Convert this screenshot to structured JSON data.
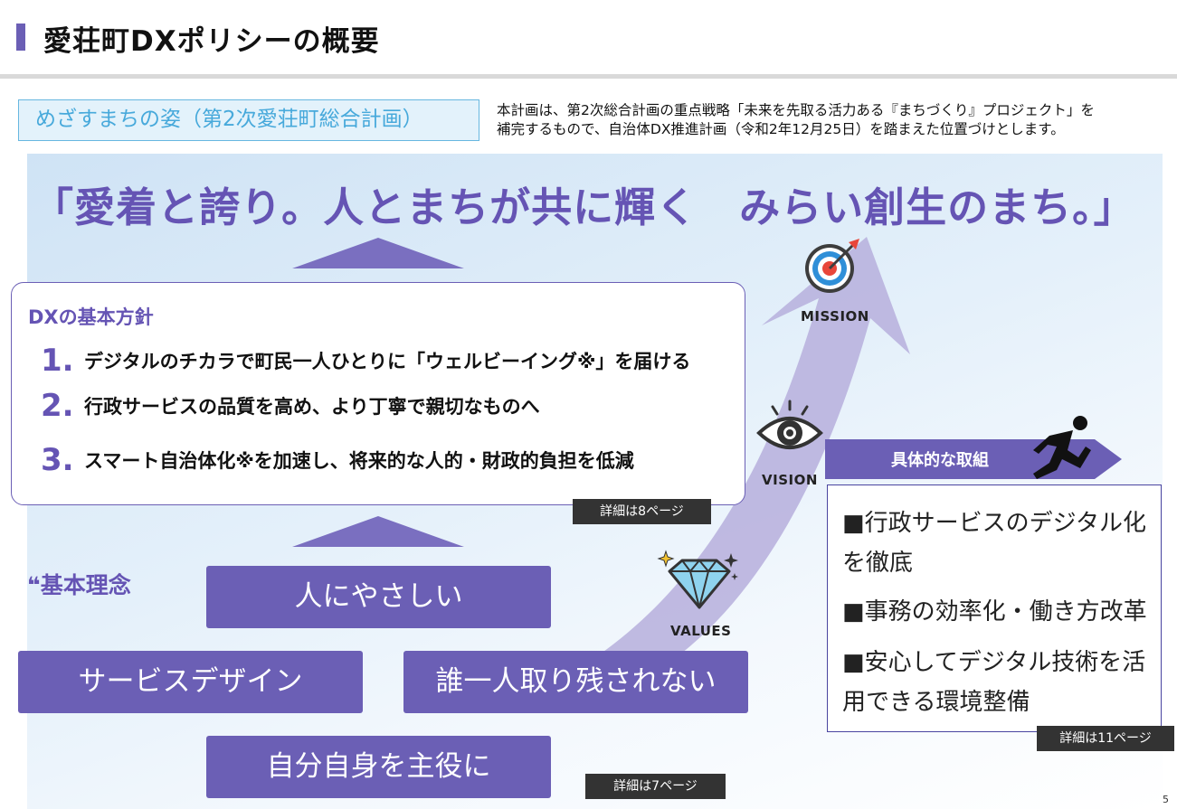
{
  "header": {
    "title": "愛荘町DXポリシーの概要"
  },
  "vision_box": {
    "label": "めざすまちの姿（第2次愛荘町総合計画）"
  },
  "intro": {
    "line1": "本計画は、第2次総合計画の重点戦略「未来を先取る活力ある『まちづくり』プロジェクト」を",
    "line2": "補完するもので、自治体DX推進計画（令和2年12月25日）を踏まえた位置づけとします。"
  },
  "slogan": "「愛着と誇り。人とまちが共に輝く　みらい創生のまち。」",
  "policy": {
    "heading": "DXの基本方針",
    "items": [
      {
        "num": "1.",
        "text": "デジタルのチカラで町民一人ひとりに「ウェルビーイング※」を届ける"
      },
      {
        "num": "2.",
        "text": "行政サービスの品質を高め、より丁寧で親切なものへ"
      },
      {
        "num": "3.",
        "text": "スマート自治体化※を加速し、将来的な人的・財政的負担を低減"
      }
    ],
    "detail": "詳細は8ページ"
  },
  "values": {
    "label": "基本理念",
    "quote_mark": "❝",
    "items": [
      "人にやさしい",
      "サービスデザイン",
      "誰一人取り残されない",
      "自分自身を主役に"
    ],
    "detail": "詳細は7ページ"
  },
  "labels": {
    "mission": "MISSION",
    "vision": "VISION",
    "values": "VALUES"
  },
  "actions": {
    "banner": "具体的な取組",
    "items": [
      "■行政サービスのデジタル化を徹底",
      "■事務の効率化・働き方改革",
      "■安心してデジタル技術を活用できる環境整備"
    ],
    "detail": "詳細は11ページ"
  },
  "page_number": "5",
  "colors": {
    "accent": "#6b5fb5",
    "slogan": "#6554b4",
    "vision_border": "#67b7e0",
    "dark_tag": "#333333"
  }
}
